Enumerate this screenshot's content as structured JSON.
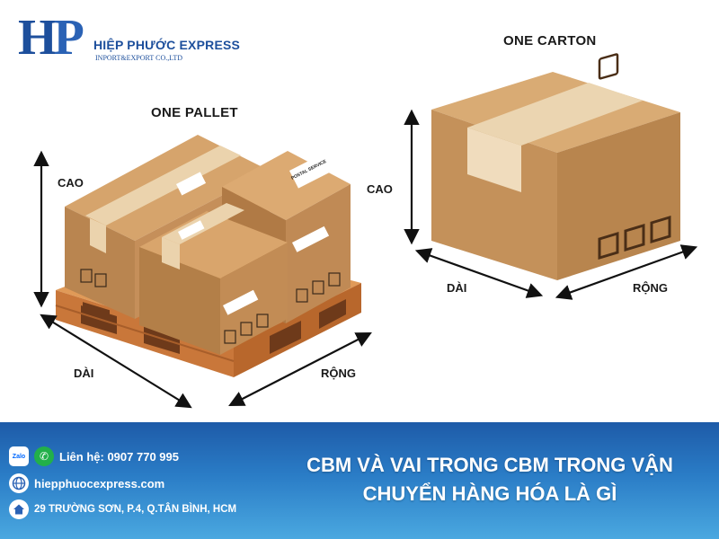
{
  "logo": {
    "mark": "HP",
    "name": "HIỆP PHƯỚC EXPRESS",
    "subtitle": "INPORT&EXPORT CO.,LTD"
  },
  "pallet": {
    "title": "ONE PALLET",
    "height_label": "CAO",
    "length_label": "DÀI",
    "width_label": "RỘNG",
    "box_label": "POSTAL SERVICE"
  },
  "carton": {
    "title": "ONE CARTON",
    "height_label": "CAO",
    "length_label": "DÀI",
    "width_label": "RỘNG"
  },
  "footer": {
    "zalo_icon_text": "Zalo",
    "phone": "Liên hệ: 0907 770 995",
    "website": "hiepphuocexpress.com",
    "address": "29 TRƯỜNG SƠN, P.4, Q.TÂN BÌNH, HCM",
    "headline_line1": "CBM VÀ VAI TRONG CBM TRONG VẬN",
    "headline_line2": "CHUYỂN HÀNG HÓA LÀ GÌ"
  },
  "icons": [
    "zalo-icon",
    "phone-icon",
    "globe-icon",
    "home-icon",
    "arrow-icon",
    "fragile-icon",
    "umbrella-icon",
    "this-side-up-icon"
  ],
  "colors": {
    "brand_blue": "#1d4f9c",
    "box_front": "#b98550",
    "box_side": "#c99562",
    "box_top": "#d8a974",
    "tape": "#e8cfa8",
    "pallet_wood": "#d98a4a",
    "footer_blue": "#2a7cc6",
    "phone_green": "#22b04a"
  }
}
